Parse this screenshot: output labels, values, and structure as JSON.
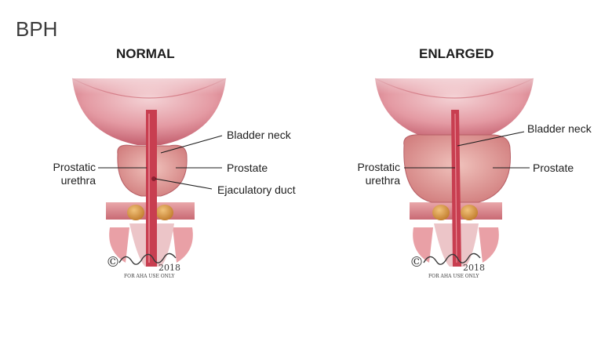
{
  "title": "BPH",
  "panels": [
    {
      "heading": "NORMAL",
      "labels": {
        "bladder_neck": "Bladder neck",
        "prostate": "Prostate",
        "prostatic_urethra_line1": "Prostatic",
        "prostatic_urethra_line2": "urethra",
        "ejaculatory_duct": "Ejaculatory duct"
      },
      "signature": {
        "name": "Jarman",
        "year": "2018",
        "note": "FOR AHA USE ONLY"
      }
    },
    {
      "heading": "ENLARGED",
      "labels": {
        "bladder_neck": "Bladder neck",
        "prostate": "Prostate",
        "prostatic_urethra_line1": "Prostatic",
        "prostatic_urethra_line2": "urethra"
      },
      "signature": {
        "name": "Jarman",
        "year": "2018",
        "note": "FOR AHA USE ONLY"
      }
    }
  ],
  "colors": {
    "bladder": "#e8a9ae",
    "bladder_dark": "#b34a5a",
    "prostate": "#e3a39c",
    "urethra": "#c2404f",
    "muscle": "#d98a8f",
    "gland": "#d99a3a"
  }
}
